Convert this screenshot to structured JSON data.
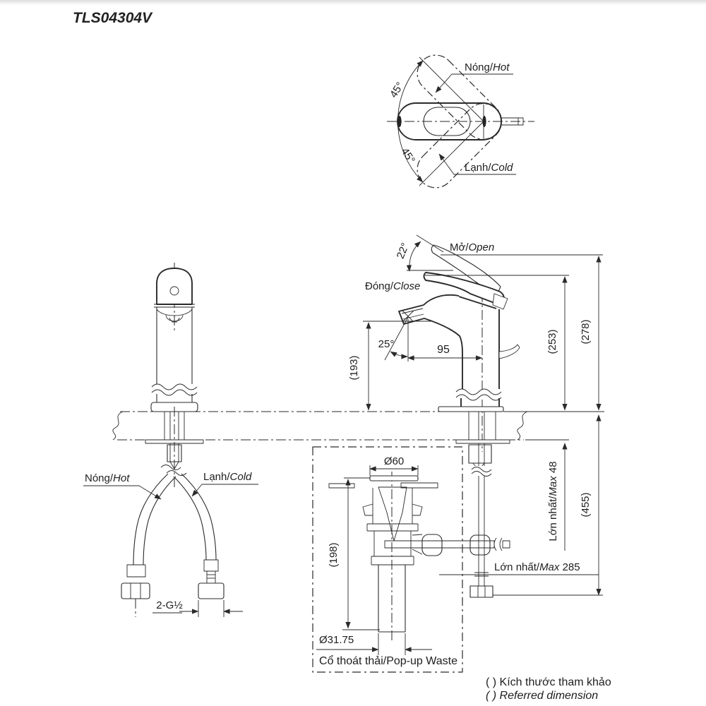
{
  "title": "TLS04304V",
  "colors": {
    "line": "#2a2a2a",
    "background": "#ffffff"
  },
  "top_view": {
    "hot_vi": "Nóng/",
    "hot_en": "Hot",
    "cold_vi": "Lạnh/",
    "cold_en": "Cold",
    "angle_upper": "45°",
    "angle_lower": "45°"
  },
  "side_view": {
    "open_vi": "Mở/",
    "open_en": "Open",
    "close_vi": "Đóng/",
    "close_en": "Close",
    "open_angle": "22°",
    "flow_angle": "25°",
    "spout_reach": "95",
    "spout_height": "(193)",
    "handle_height": "(253)",
    "open_height": "(278)"
  },
  "front_view": {
    "hot_vi": "Nóng/",
    "hot_en": "Hot",
    "cold_vi": "Lạnh/",
    "cold_en": "Cold",
    "thread": "2-G½"
  },
  "installation": {
    "max_deck_vi": "Lớn nhất/",
    "max_deck_en": "Max",
    "max_deck_value": " 48",
    "total_height": "(455)",
    "max_rod_vi": "Lớn nhất/",
    "max_rod_en": "Max",
    "max_rod_value": " 285"
  },
  "popup_waste": {
    "flange_dia": "Ø60",
    "body_height": "(198)",
    "pipe_dia": "Ø31.75",
    "caption_vi": "Cổ thoát thải/",
    "caption_en": "Pop-up Waste"
  },
  "legend": {
    "note_vi": "( ) Kích thước tham khảo",
    "note_en": "( ) Referred dimension"
  }
}
